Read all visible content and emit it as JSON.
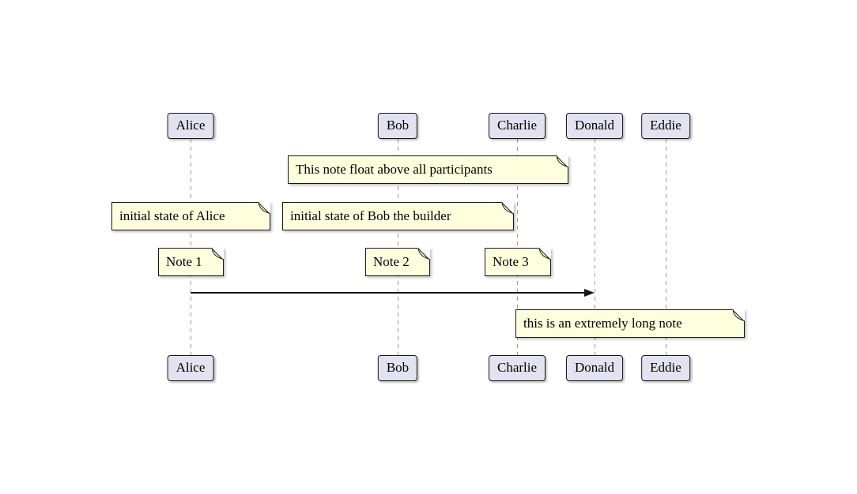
{
  "diagram": {
    "type": "uml-sequence-diagram",
    "participants": [
      "Alice",
      "Bob",
      "Charlie",
      "Donald",
      "Eddie"
    ],
    "notes": [
      {
        "text": "This note float above all participants"
      },
      {
        "text": "initial state of Alice"
      },
      {
        "text": "initial state of Bob the builder"
      },
      {
        "text": "Note 1"
      },
      {
        "text": "Note 2"
      },
      {
        "text": "Note 3"
      },
      {
        "text": "this is an extremely long note"
      }
    ],
    "arrow": {
      "from": "Alice",
      "to": "Donald",
      "style": "solid"
    },
    "colors": {
      "participant_fill": "#E2E2F0",
      "participant_border": "#181818",
      "note_fill": "#FEFFDD",
      "note_border": "#181818",
      "lifeline": "#9A9A9A",
      "arrow": "#181818",
      "page_background": "#FFFFFF"
    }
  }
}
